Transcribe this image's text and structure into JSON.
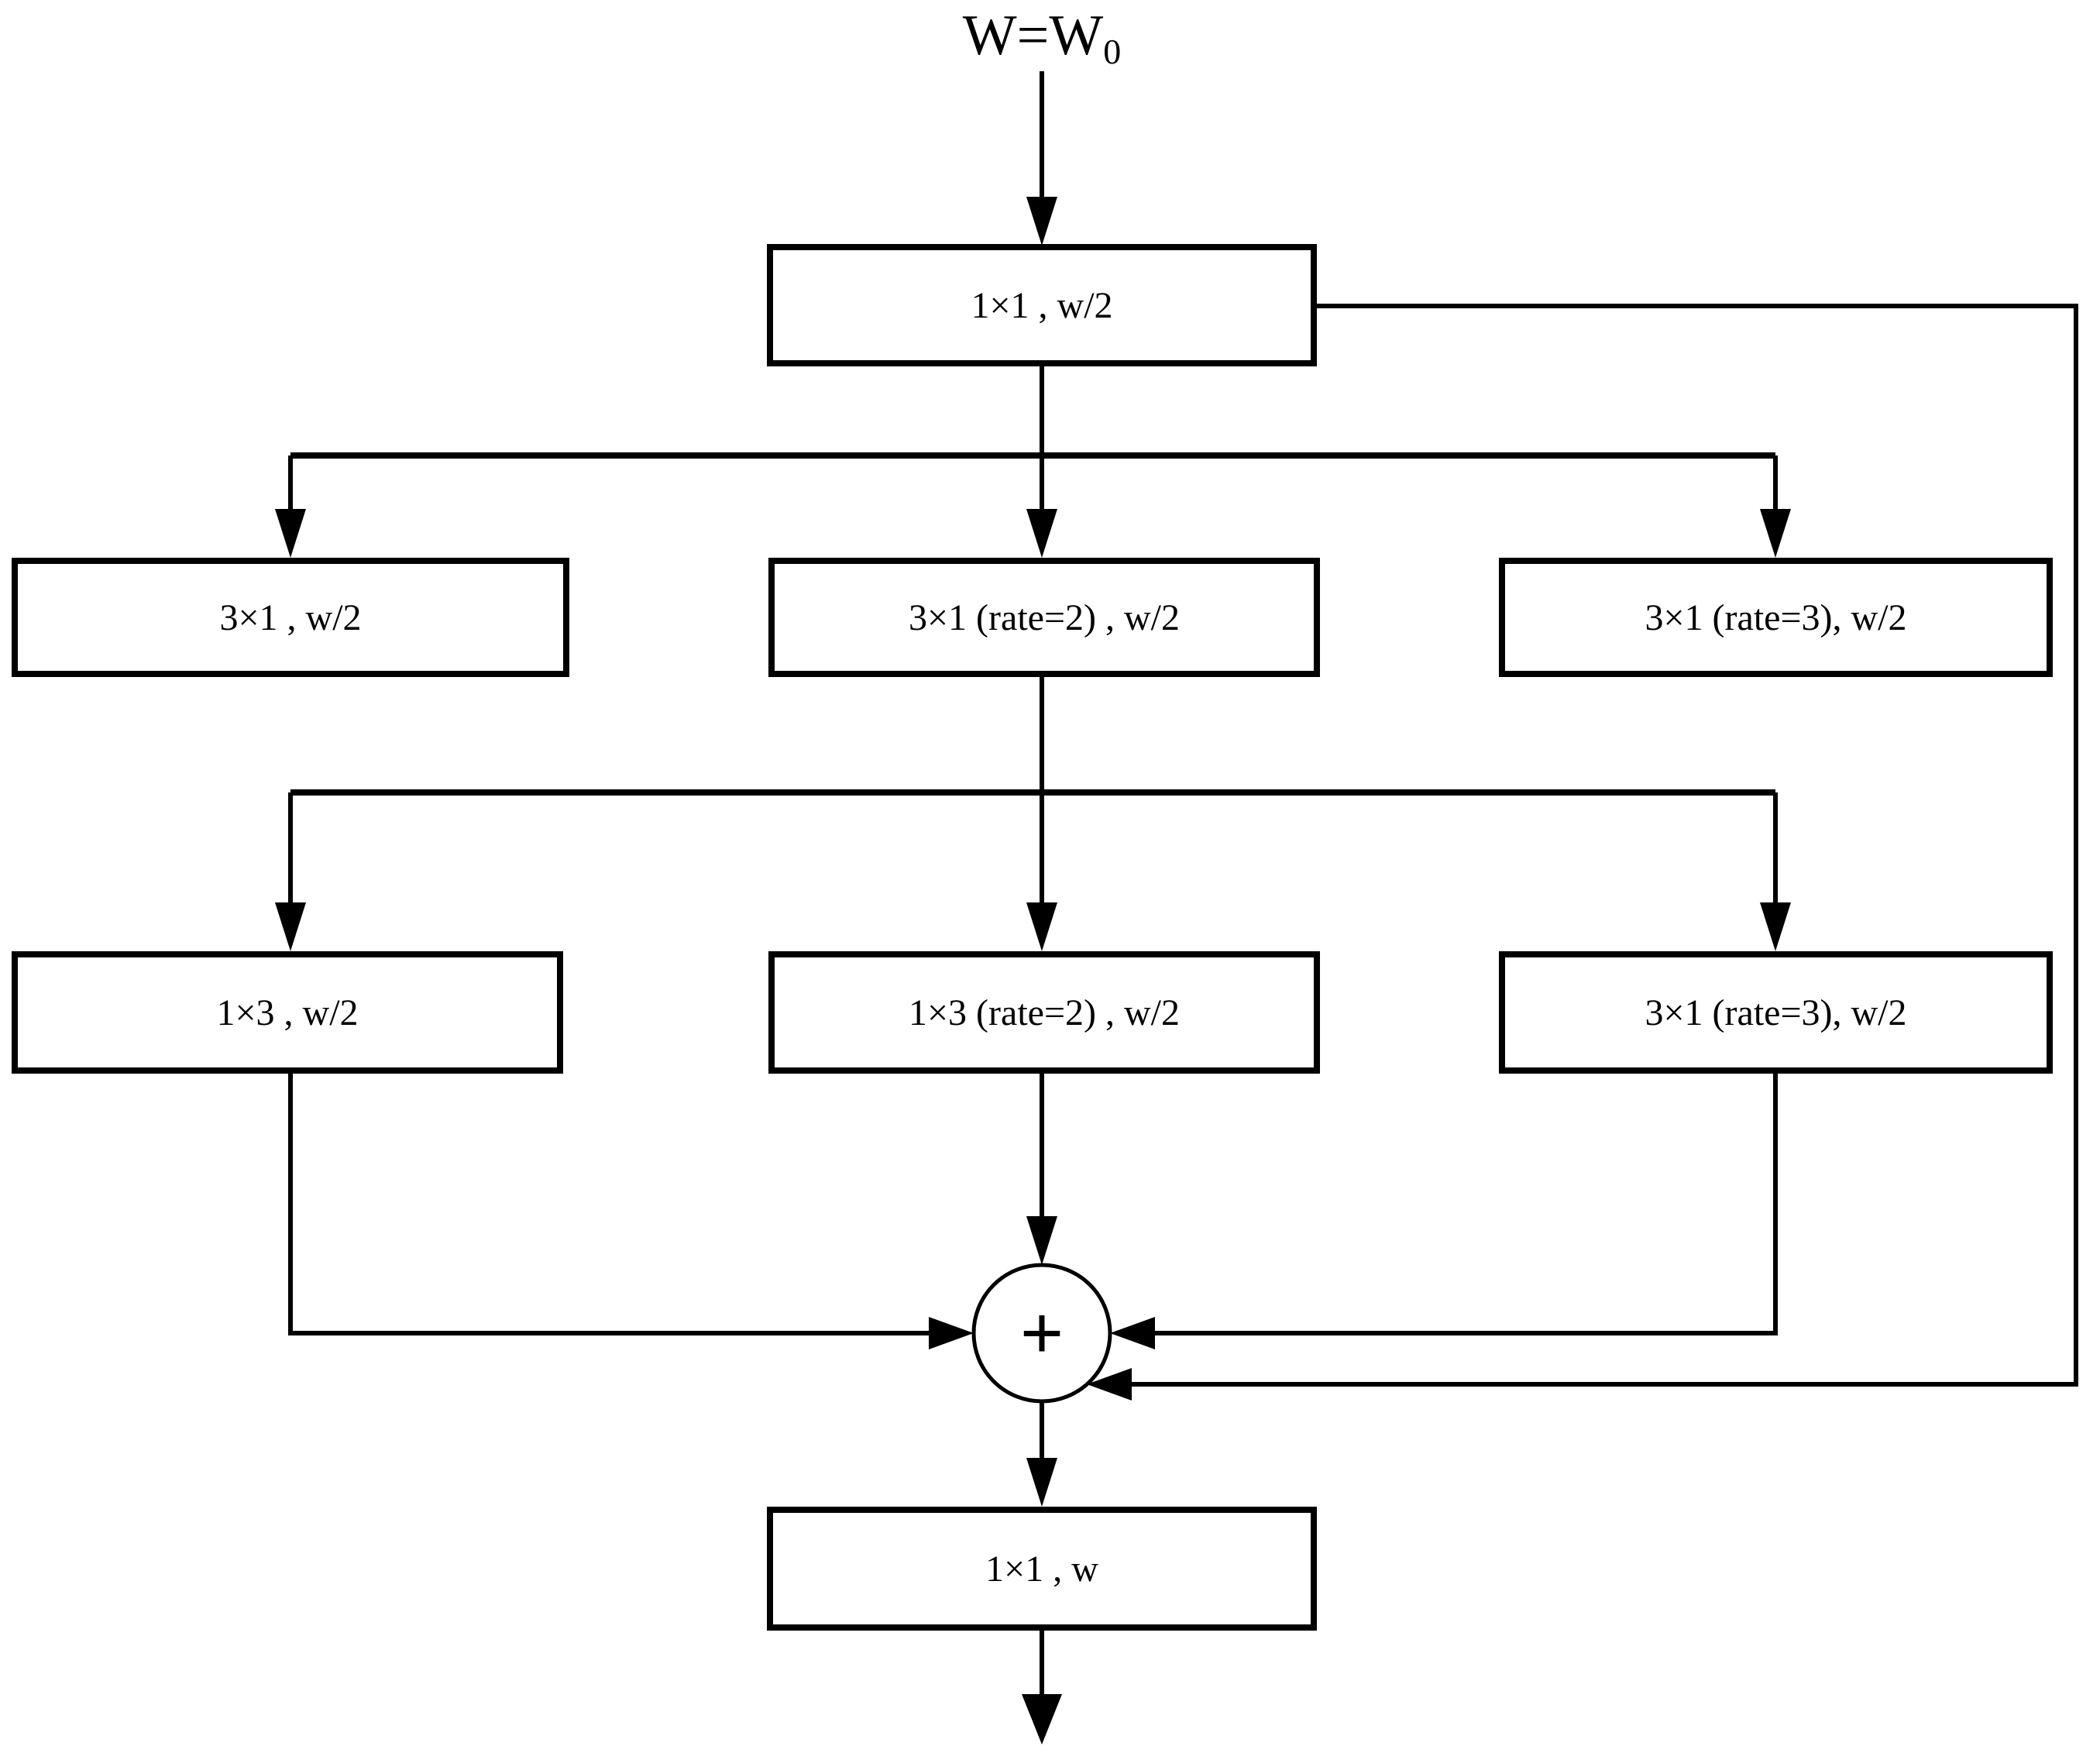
{
  "diagram": {
    "input_label": {
      "base": "W=W",
      "subscript": "0"
    },
    "nodes": {
      "conv_in": {
        "label": "1×1 , w/2"
      },
      "b1_left": {
        "label": "3×1 , w/2"
      },
      "b1_mid": {
        "label": "3×1 (rate=2) , w/2"
      },
      "b1_right": {
        "label": "3×1 (rate=3), w/2"
      },
      "b2_left": {
        "label": "1×3 , w/2"
      },
      "b2_mid": {
        "label": "1×3 (rate=2) , w/2"
      },
      "b2_right": {
        "label": "3×1 (rate=3), w/2"
      },
      "adder": {
        "symbol": "+"
      },
      "conv_out": {
        "label": "1×1 , w"
      }
    },
    "colors": {
      "line": "#000000",
      "background": "#ffffff",
      "text": "#000000"
    }
  }
}
